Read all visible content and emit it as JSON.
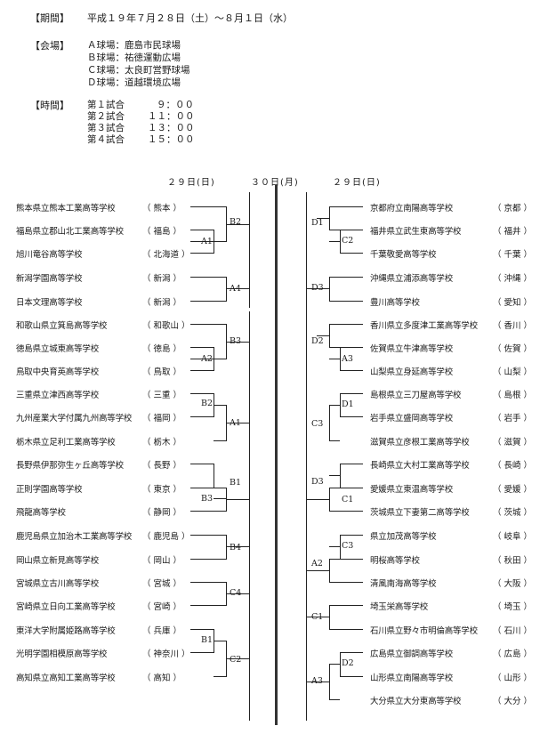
{
  "header": {
    "period_label": "【期間】",
    "period_value": "平成１９年７月２８日（土）～８月１日（水）",
    "venue_label": "【会場】",
    "venues": [
      "Ａ球場：鹿島市民球場",
      "Ｂ球場：祐徳運動広場",
      "Ｃ球場：太良町営野球場",
      "Ｄ球場：道越環境広場"
    ],
    "time_label": "【時間】",
    "times": [
      {
        "game": "第１試合",
        "time": "９：００"
      },
      {
        "game": "第２試合",
        "time": "１１：００"
      },
      {
        "game": "第３試合",
        "time": "１３：００"
      },
      {
        "game": "第４試合",
        "time": "１５：００"
      }
    ]
  },
  "dates": {
    "left": "２９日(日)",
    "center": "３０日(月)",
    "right": "２９日(日)"
  },
  "left_teams": [
    {
      "school": "熊本県立熊本工業高等学校",
      "pref": "熊本"
    },
    {
      "school": "福島県立郡山北工業高等学校",
      "pref": "福島"
    },
    {
      "school": "旭川竜谷高等学校",
      "pref": "北海道"
    },
    {
      "school": "新潟学園高等学校",
      "pref": "新潟"
    },
    {
      "school": "日本文理高等学校",
      "pref": "新潟"
    },
    {
      "school": "和歌山県立箕島高等学校",
      "pref": "和歌山"
    },
    {
      "school": "徳島県立城東高等学校",
      "pref": "徳島"
    },
    {
      "school": "鳥取中央育英高等学校",
      "pref": "鳥取"
    },
    {
      "school": "三重県立津西高等学校",
      "pref": "三重"
    },
    {
      "school": "九州産業大学付属九州高等学校",
      "pref": "福岡"
    },
    {
      "school": "栃木県立足利工業高等学校",
      "pref": "栃木"
    },
    {
      "school": "長野県伊那弥生ヶ丘高等学校",
      "pref": "長野"
    },
    {
      "school": "正則学園高等学校",
      "pref": "東京"
    },
    {
      "school": "飛龍高等学校",
      "pref": "静岡"
    },
    {
      "school": "鹿児島県立加治木工業高等学校",
      "pref": "鹿児島"
    },
    {
      "school": "岡山県立新見高等学校",
      "pref": "岡山"
    },
    {
      "school": "宮城県立古川高等学校",
      "pref": "宮城"
    },
    {
      "school": "宮崎県立日向工業高等学校",
      "pref": "宮崎"
    },
    {
      "school": "東洋大学附属姫路高等学校",
      "pref": "兵庫"
    },
    {
      "school": "光明学園相模原高等学校",
      "pref": "神奈川"
    },
    {
      "school": "高知県立高知工業高等学校",
      "pref": "高知"
    }
  ],
  "right_teams": [
    {
      "school": "京都府立南陽高等学校",
      "pref": "京都"
    },
    {
      "school": "福井県立武生東高等学校",
      "pref": "福井"
    },
    {
      "school": "千葉敬愛高等学校",
      "pref": "千葉"
    },
    {
      "school": "沖縄県立浦添高等学校",
      "pref": "沖縄"
    },
    {
      "school": "豊川高等学校",
      "pref": "愛知"
    },
    {
      "school": "香川県立多度津工業高等学校",
      "pref": "香川"
    },
    {
      "school": "佐賀県立牛津高等学校",
      "pref": "佐賀"
    },
    {
      "school": "山梨県立身延高等学校",
      "pref": "山梨"
    },
    {
      "school": "島根県立三刀屋高等学校",
      "pref": "島根"
    },
    {
      "school": "岩手県立盛岡高等学校",
      "pref": "岩手"
    },
    {
      "school": "滋賀県立彦根工業高等学校",
      "pref": "滋賀"
    },
    {
      "school": "長崎県立大村工業高等学校",
      "pref": "長崎"
    },
    {
      "school": "愛媛県立東温高等学校",
      "pref": "愛媛"
    },
    {
      "school": "茨城県立下妻第二高等学校",
      "pref": "茨城"
    },
    {
      "school": "県立加茂高等学校",
      "pref": "岐阜"
    },
    {
      "school": "明桜高等学校",
      "pref": "秋田"
    },
    {
      "school": "清風南海高等学校",
      "pref": "大阪"
    },
    {
      "school": "埼玉栄高等学校",
      "pref": "埼玉"
    },
    {
      "school": "石川県立野々市明倫高等学校",
      "pref": "石川"
    },
    {
      "school": "広島県立御調高等学校",
      "pref": "広島"
    },
    {
      "school": "山形県立南陽高等学校",
      "pref": "山形"
    },
    {
      "school": "大分県立大分東高等学校",
      "pref": "大分"
    }
  ],
  "left_codes": [
    "B2",
    "A1",
    "A4",
    "B3",
    "A2",
    "B2",
    "A1",
    "B1",
    "B3",
    "B4",
    "C4",
    "B1",
    "C2"
  ],
  "right_codes": [
    "D1",
    "C2",
    "D3",
    "D2",
    "A3",
    "D1",
    "C3",
    "D3",
    "C1",
    "C3",
    "A2",
    "C1",
    "D2",
    "A3"
  ]
}
